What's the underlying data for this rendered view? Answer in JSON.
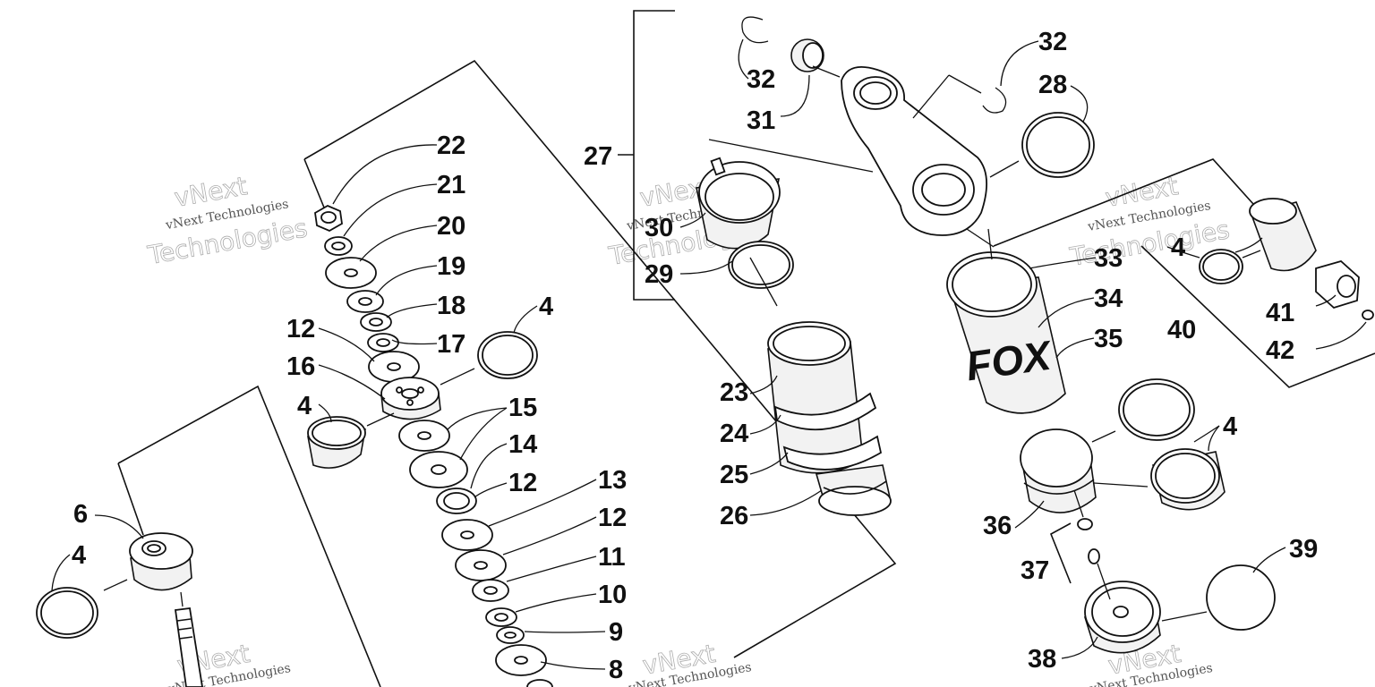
{
  "labels": {
    "l4a": "4",
    "l4b": "4",
    "l4c": "4",
    "l4d": "4",
    "l4e": "4",
    "l6": "6",
    "l8": "8",
    "l9": "9",
    "l10": "10",
    "l11": "11",
    "l12a": "12",
    "l12b": "12",
    "l12c": "12",
    "l13": "13",
    "l14": "14",
    "l15": "15",
    "l16": "16",
    "l17": "17",
    "l18": "18",
    "l19": "19",
    "l20": "20",
    "l21": "21",
    "l22": "22",
    "l23": "23",
    "l24": "24",
    "l25": "25",
    "l26": "26",
    "l27": "27",
    "l28": "28",
    "l29": "29",
    "l30": "30",
    "l31": "31",
    "l32a": "32",
    "l32b": "32",
    "l33": "33",
    "l34": "34",
    "l35": "35",
    "l36": "36",
    "l37": "37",
    "l38": "38",
    "l39": "39",
    "l40": "40",
    "l41": "41",
    "l42": "42"
  },
  "watermark": {
    "line1": "vNext Technologies",
    "big": "vNext",
    "big2": "Technologies"
  },
  "brand_logo": "FOX"
}
